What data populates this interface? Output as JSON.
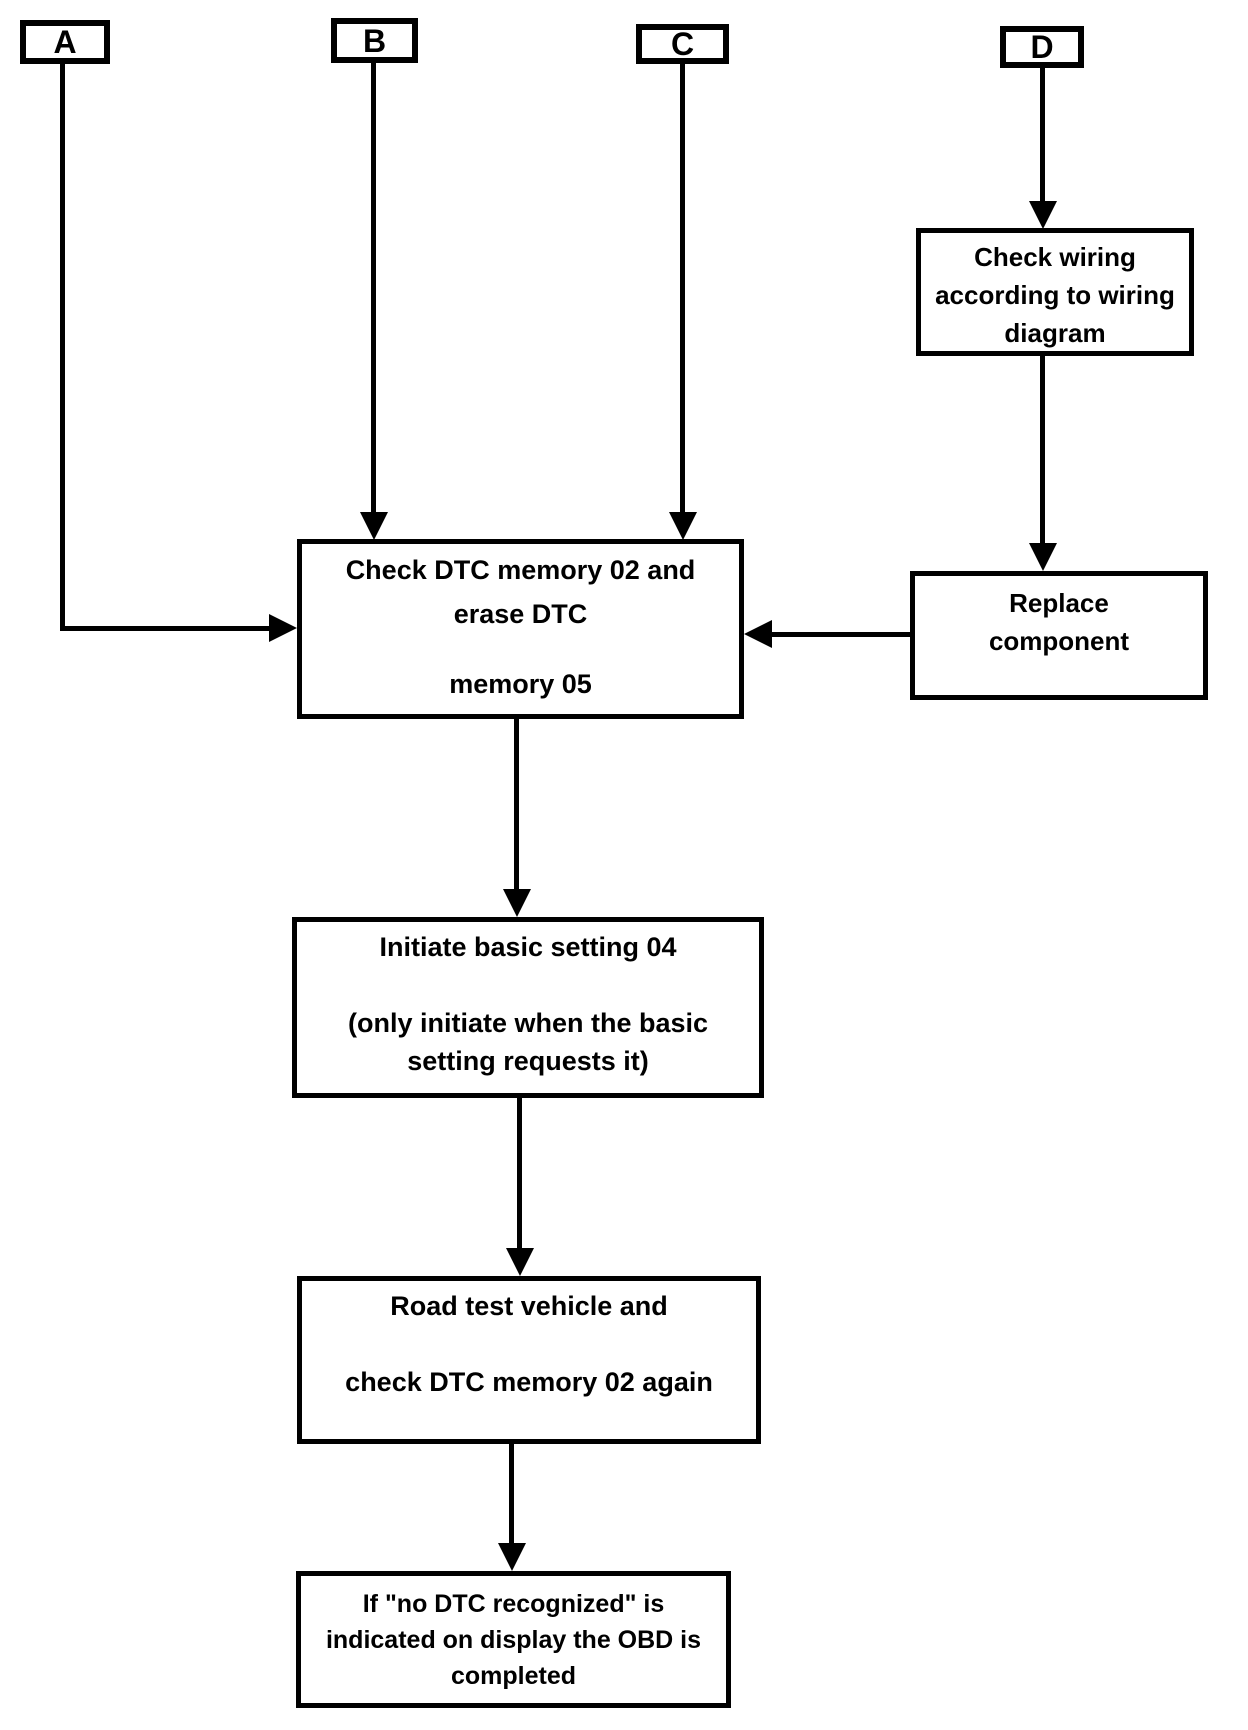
{
  "colors": {
    "ink": "#000000",
    "paper": "#ffffff"
  },
  "nodes": {
    "a": {
      "label": "A"
    },
    "b": {
      "label": "B"
    },
    "c": {
      "label": "C"
    },
    "d": {
      "label": "D"
    },
    "check_wiring": {
      "lines": [
        "Check wiring",
        "according to wiring",
        "diagram"
      ]
    },
    "replace_component": {
      "lines": [
        "Replace",
        "component"
      ]
    },
    "check_dtc": {
      "lines": [
        "Check DTC memory 02 and",
        "erase DTC",
        "memory 05"
      ]
    },
    "initiate_basic_setting": {
      "lines": [
        "Initiate basic setting 04",
        "(only initiate when the basic",
        "setting requests it)"
      ]
    },
    "road_test": {
      "lines": [
        "Road test vehicle and",
        "check DTC memory 02 again"
      ]
    },
    "obd_completed": {
      "lines": [
        "If \"no DTC recognized\" is",
        "indicated on display the OBD is",
        "completed"
      ]
    }
  }
}
